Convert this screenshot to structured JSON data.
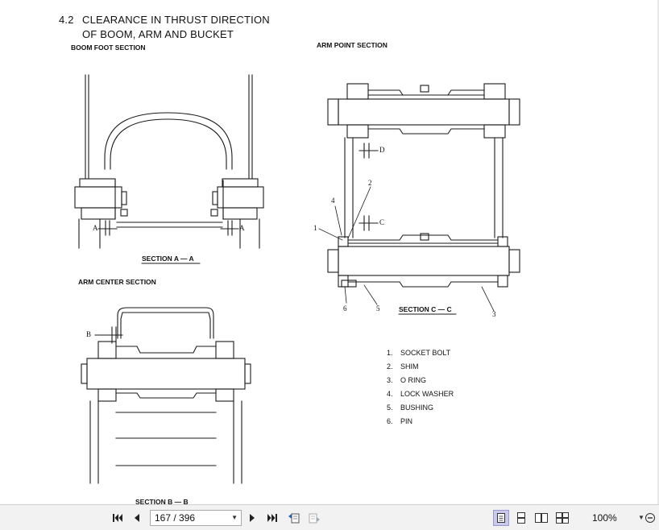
{
  "document": {
    "section_number": "4.2",
    "title_line1": "CLEARANCE IN THRUST DIRECTION",
    "title_line2": "OF BOOM, ARM AND BUCKET",
    "headings": {
      "boom_foot": "BOOM FOOT SECTION",
      "arm_point": "ARM POINT SECTION",
      "arm_center": "ARM CENTER SECTION"
    },
    "section_labels": {
      "aa": "SECTION   A — A",
      "cc": "SECTION   C — C",
      "bb": "SECTION   B — B"
    },
    "callouts": {
      "a_left": "A",
      "a_right": "A",
      "b": "B",
      "c": "C",
      "d": "D",
      "n1": "1",
      "n2": "2",
      "n3": "3",
      "n4": "4",
      "n5": "5",
      "n6": "6"
    },
    "parts_legend": [
      {
        "num": "1.",
        "name": "SOCKET BOLT"
      },
      {
        "num": "2.",
        "name": "SHIM"
      },
      {
        "num": "3.",
        "name": "O RING"
      },
      {
        "num": "4.",
        "name": "LOCK WASHER"
      },
      {
        "num": "5.",
        "name": "BUSHING"
      },
      {
        "num": "6.",
        "name": "PIN"
      }
    ]
  },
  "toolbar": {
    "page_value": "167 / 396",
    "zoom_value": "100%",
    "icons": [
      "first-page-icon",
      "prev-page-icon",
      "next-page-icon",
      "last-page-icon",
      "back-view-icon",
      "forward-view-icon",
      "single-page-view-icon",
      "continuous-view-icon",
      "facing-view-icon",
      "continuous-facing-view-icon",
      "zoom-out-icon"
    ]
  }
}
